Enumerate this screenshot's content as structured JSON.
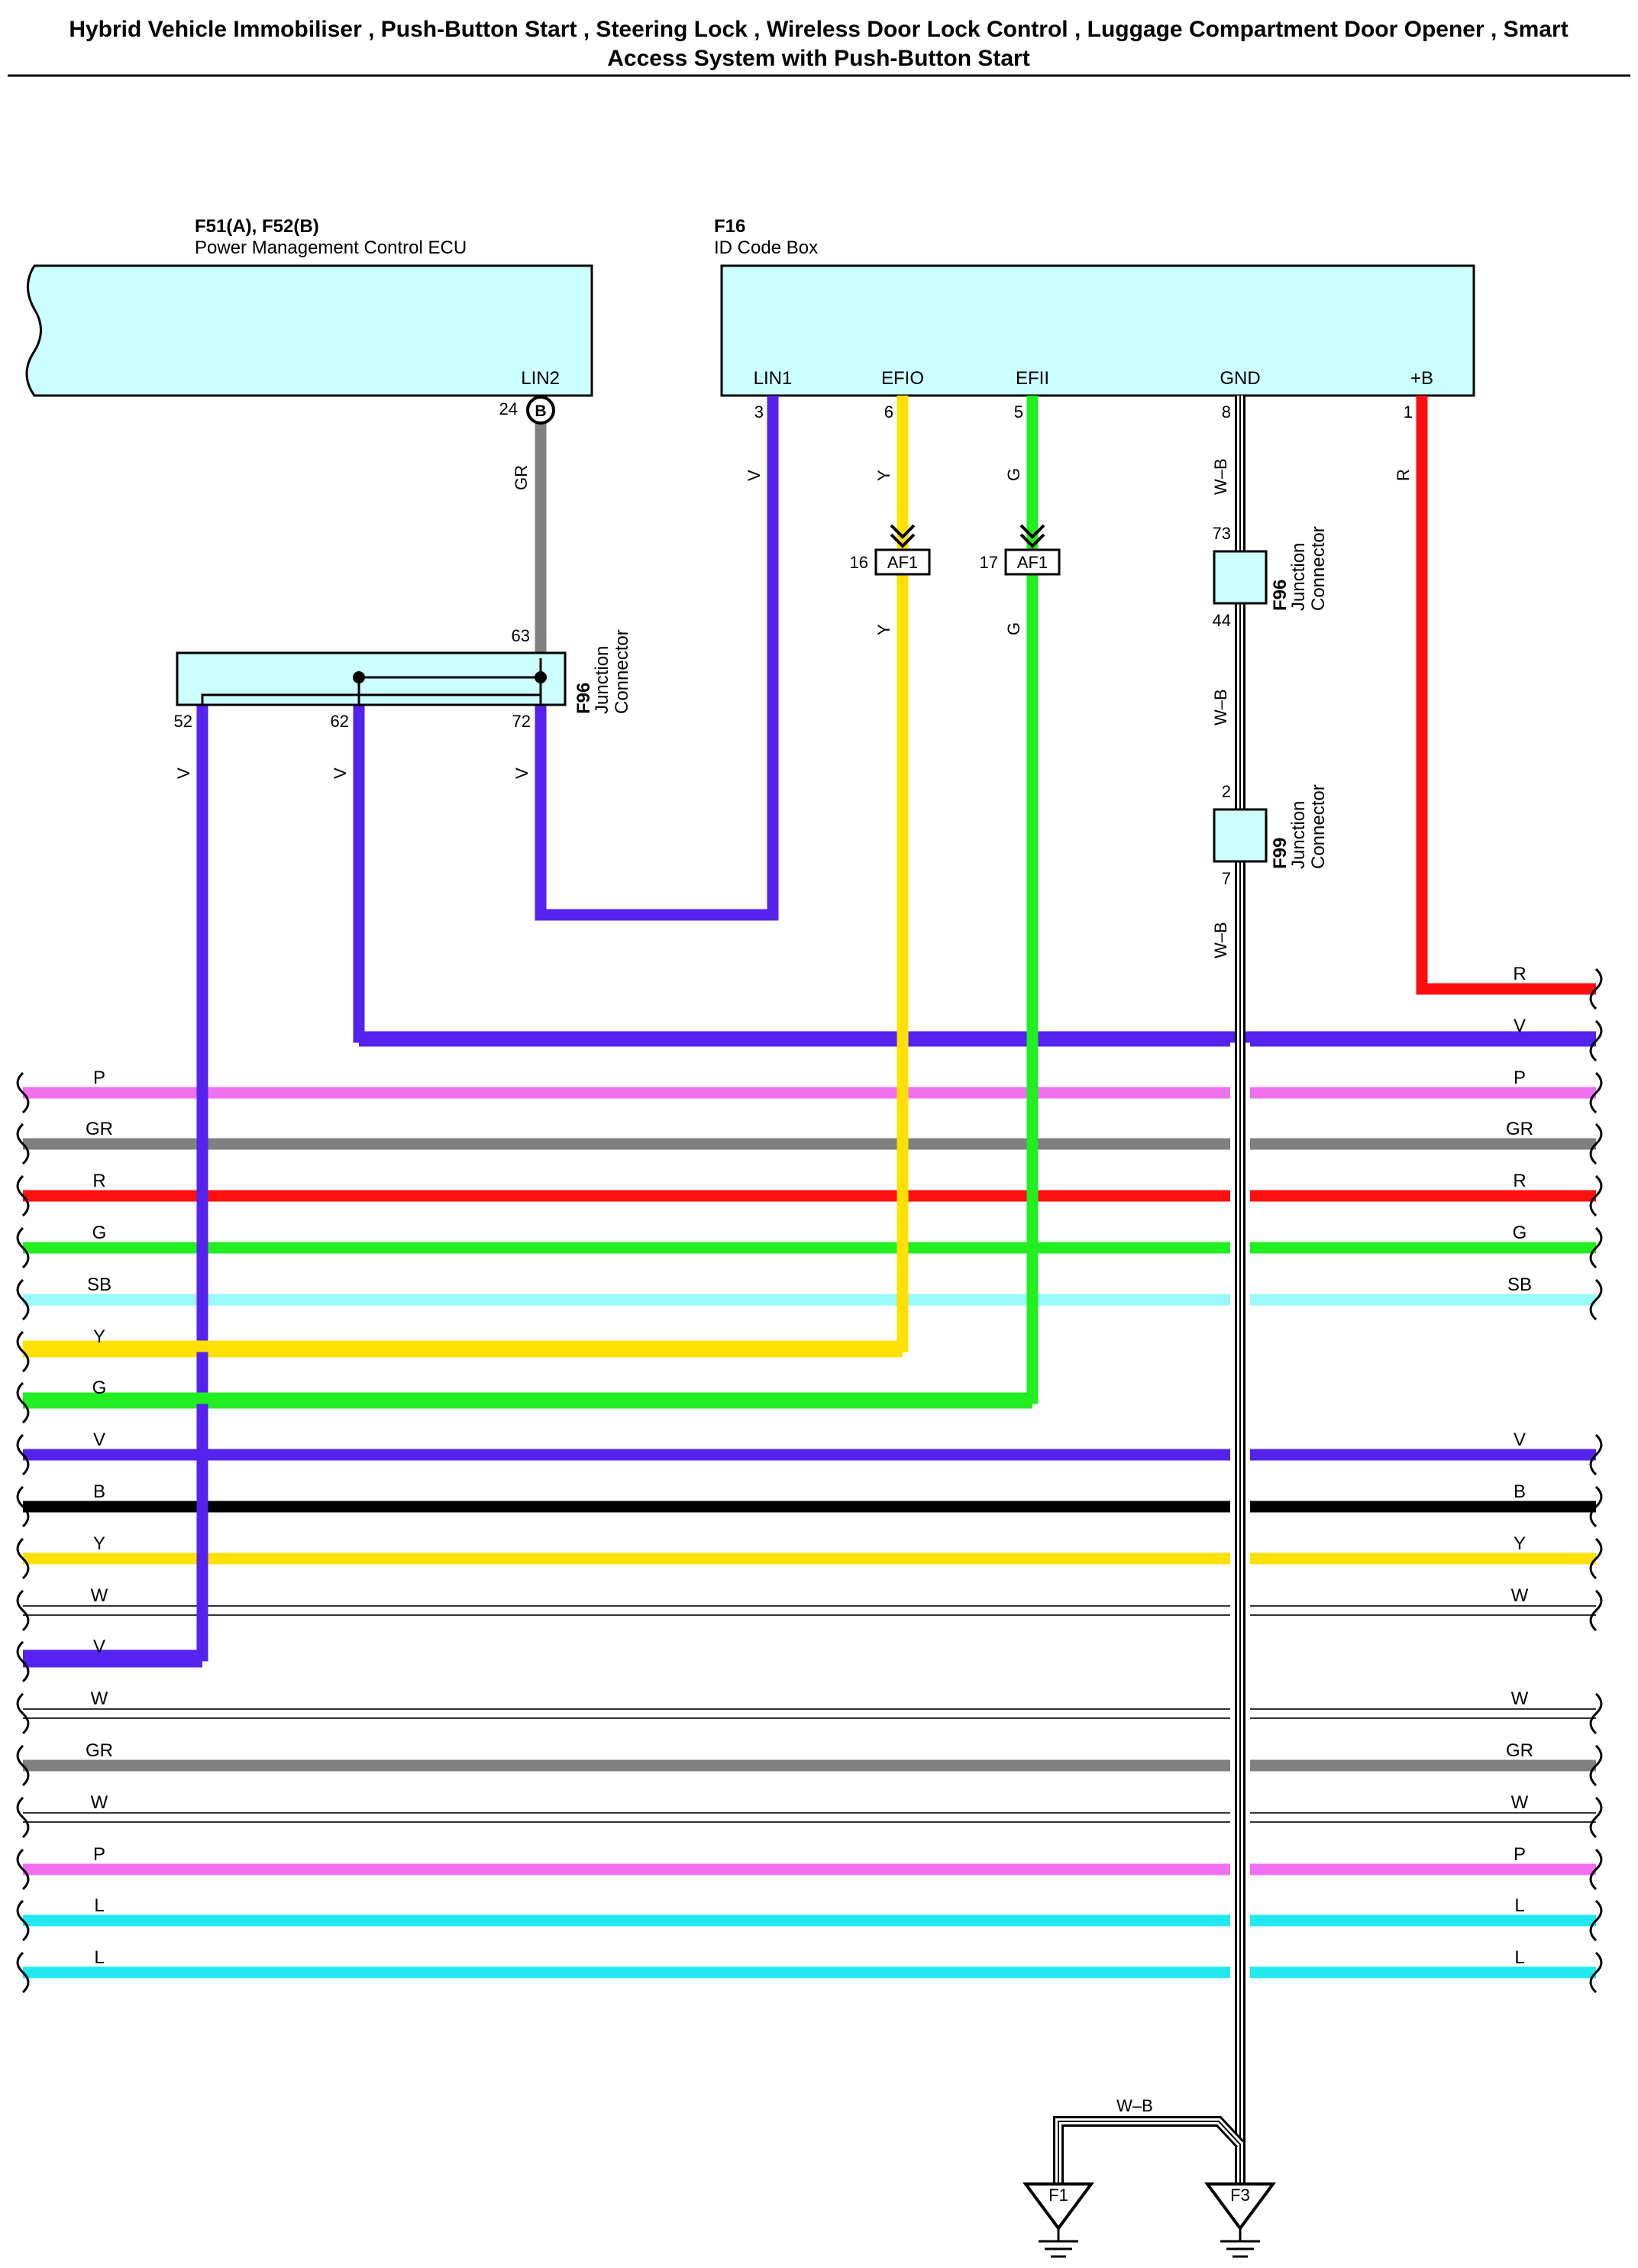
{
  "title": {
    "line1": "Hybrid Vehicle Immobiliser , Push-Button Start , Steering Lock , Wireless Door Lock Control , Luggage Compartment Door Opener , Smart",
    "line2": "Access System with Push-Button Start"
  },
  "colors": {
    "V": "#5522ee",
    "GR": "#808080",
    "Y": "#ffe000",
    "G": "#22ee22",
    "R": "#ff1010",
    "P": "#f070f0",
    "SB": "#99f8f8",
    "B": "#000000",
    "W": "#ffffff",
    "L": "#22e8f0",
    "box_fill": "#ccffff"
  },
  "components": {
    "pm_ecu": {
      "code": "F51(A), F52(B)",
      "name": "Power Management Control ECU",
      "terminal": "LIN2",
      "pin": "24",
      "pin_connector": "B"
    },
    "id_box": {
      "code": "F16",
      "name": "ID Code Box",
      "terminals": [
        {
          "label": "LIN1",
          "pin": "3"
        },
        {
          "label": "EFIO",
          "pin": "6"
        },
        {
          "label": "EFII",
          "pin": "5"
        },
        {
          "label": "GND",
          "pin": "8"
        },
        {
          "label": "+B",
          "pin": "1"
        }
      ]
    },
    "jc_big": {
      "code": "F96",
      "name_1": "Junction",
      "name_2": "Connector",
      "pins": [
        "63",
        "52",
        "62",
        "72"
      ]
    },
    "jc_small_1": {
      "code": "F96",
      "name_1": "Junction",
      "name_2": "Connector",
      "pin_top": "73",
      "pin_bottom": "44"
    },
    "jc_small_2": {
      "code": "F99",
      "name_1": "Junction",
      "name_2": "Connector",
      "pin_top": "2",
      "pin_bottom": "7"
    },
    "af1_1": {
      "code": "AF1",
      "pin": "16"
    },
    "af1_2": {
      "code": "AF1",
      "pin": "17"
    },
    "ground_1": {
      "code": "F1"
    },
    "ground_2": {
      "code": "F3"
    }
  },
  "wire_labels": {
    "lin2": "GR",
    "lin1": "V",
    "efio": "Y",
    "efio_lower": "Y",
    "efii": "G",
    "efii_lower": "G",
    "plus_b": "R",
    "gnd_1": "W–B",
    "gnd_2": "W–B",
    "gnd_3": "W–B",
    "gnd_4": "W–B",
    "jc_52": "V",
    "jc_62": "V",
    "jc_72": "V"
  },
  "bus": [
    {
      "color": "R",
      "left_label": "",
      "right_label": "R"
    },
    {
      "color": "V",
      "left_label": "",
      "right_label": "V"
    },
    {
      "color": "P",
      "left_label": "P",
      "right_label": "P"
    },
    {
      "color": "GR",
      "left_label": "GR",
      "right_label": "GR"
    },
    {
      "color": "R",
      "left_label": "R",
      "right_label": "R"
    },
    {
      "color": "G",
      "left_label": "G",
      "right_label": "G"
    },
    {
      "color": "SB",
      "left_label": "SB",
      "right_label": "SB"
    },
    {
      "color": "Y",
      "left_label": "Y",
      "right_label": ""
    },
    {
      "color": "G",
      "left_label": "G",
      "right_label": ""
    },
    {
      "color": "V",
      "left_label": "V",
      "right_label": "V"
    },
    {
      "color": "B",
      "left_label": "B",
      "right_label": "B"
    },
    {
      "color": "Y",
      "left_label": "Y",
      "right_label": "Y"
    },
    {
      "color": "W",
      "left_label": "W",
      "right_label": "W"
    },
    {
      "color": "V",
      "left_label": "V",
      "right_label": ""
    },
    {
      "color": "W",
      "left_label": "W",
      "right_label": "W"
    },
    {
      "color": "GR",
      "left_label": "GR",
      "right_label": "GR"
    },
    {
      "color": "W",
      "left_label": "W",
      "right_label": "W"
    },
    {
      "color": "P",
      "left_label": "P",
      "right_label": "P"
    },
    {
      "color": "L",
      "left_label": "L",
      "right_label": "L"
    },
    {
      "color": "L",
      "left_label": "L",
      "right_label": "L"
    }
  ]
}
